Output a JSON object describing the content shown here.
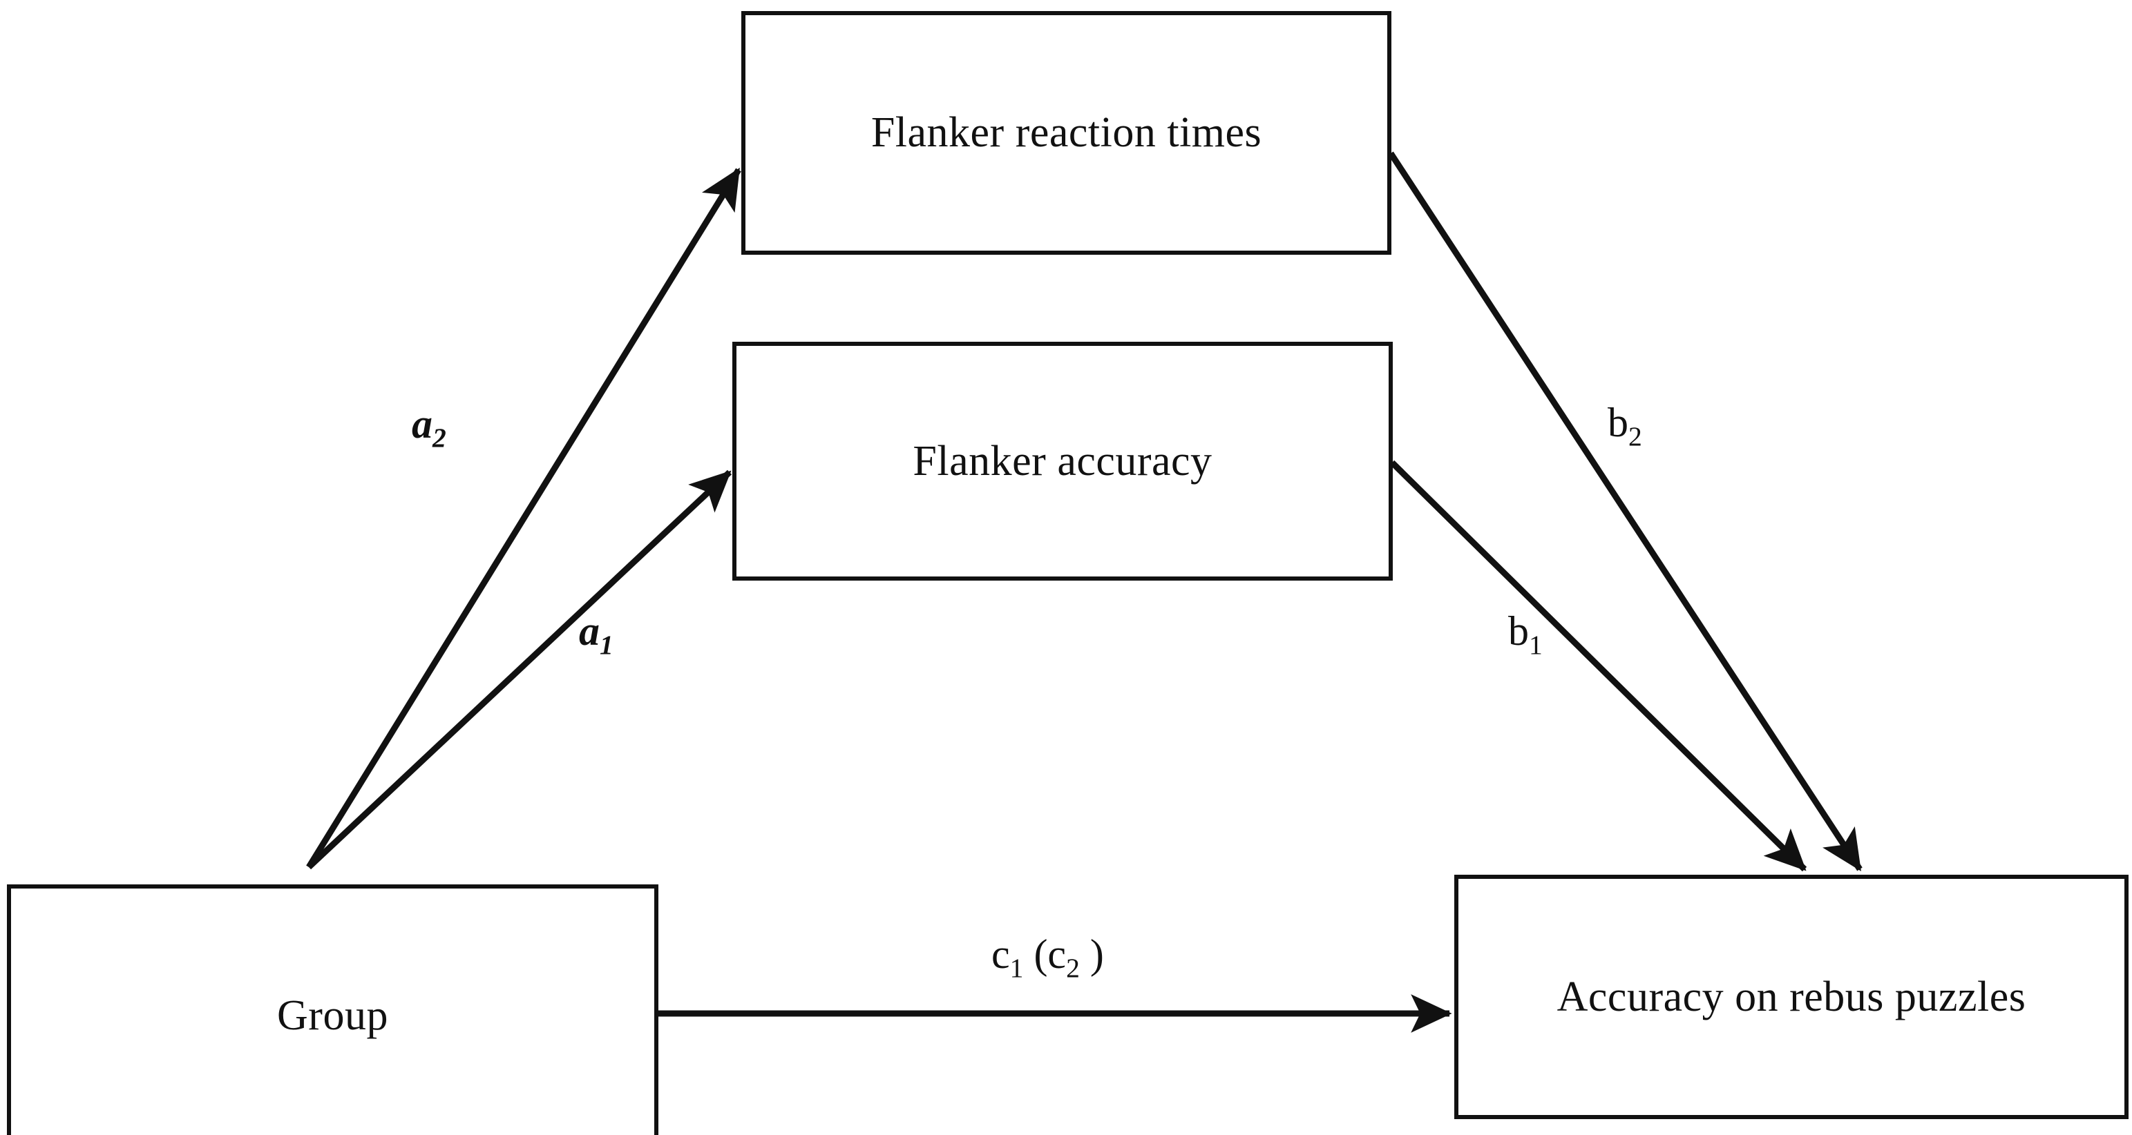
{
  "figure": {
    "type": "mediation-path-diagram",
    "background_color": "#ffffff",
    "line_color": "#111111"
  },
  "nodes": [
    {
      "id": "flanker-reaction-times",
      "label": "Flanker reaction times",
      "role": "mediator"
    },
    {
      "id": "flanker-accuracy",
      "label": "Flanker accuracy",
      "role": "mediator"
    },
    {
      "id": "group",
      "label": "Group",
      "role": "predictor"
    },
    {
      "id": "accuracy-rebus-puzzles",
      "label": "Accuracy on rebus puzzles",
      "role": "outcome"
    }
  ],
  "paths": [
    {
      "id": "a2",
      "base": "a",
      "subscript": "2",
      "style": "italic",
      "from": "group",
      "to": "flanker-reaction-times"
    },
    {
      "id": "a1",
      "base": "a",
      "subscript": "1",
      "style": "italic",
      "from": "group",
      "to": "flanker-accuracy"
    },
    {
      "id": "b2",
      "base": "b",
      "subscript": "2",
      "style": "roman",
      "from": "flanker-reaction-times",
      "to": "accuracy-rebus-puzzles"
    },
    {
      "id": "b1",
      "base": "b",
      "subscript": "1",
      "style": "roman",
      "from": "flanker-accuracy",
      "to": "accuracy-rebus-puzzles"
    },
    {
      "id": "c",
      "base": "c",
      "subscript": "1",
      "style": "roman",
      "from": "group",
      "to": "accuracy-rebus-puzzles",
      "paren_open": " (c",
      "paren_subscript": "2",
      "paren_close": " )"
    }
  ],
  "labels": {
    "a2_base": "a",
    "a2_sub": "2",
    "a1_base": "a",
    "a1_sub": "1",
    "b2_base": "b",
    "b2_sub": "2",
    "b1_base": "b",
    "b1_sub": "1",
    "c_base": "c",
    "c_sub": "1",
    "c_open": " (c",
    "c_paren_sub": "2",
    "c_close": " )"
  }
}
